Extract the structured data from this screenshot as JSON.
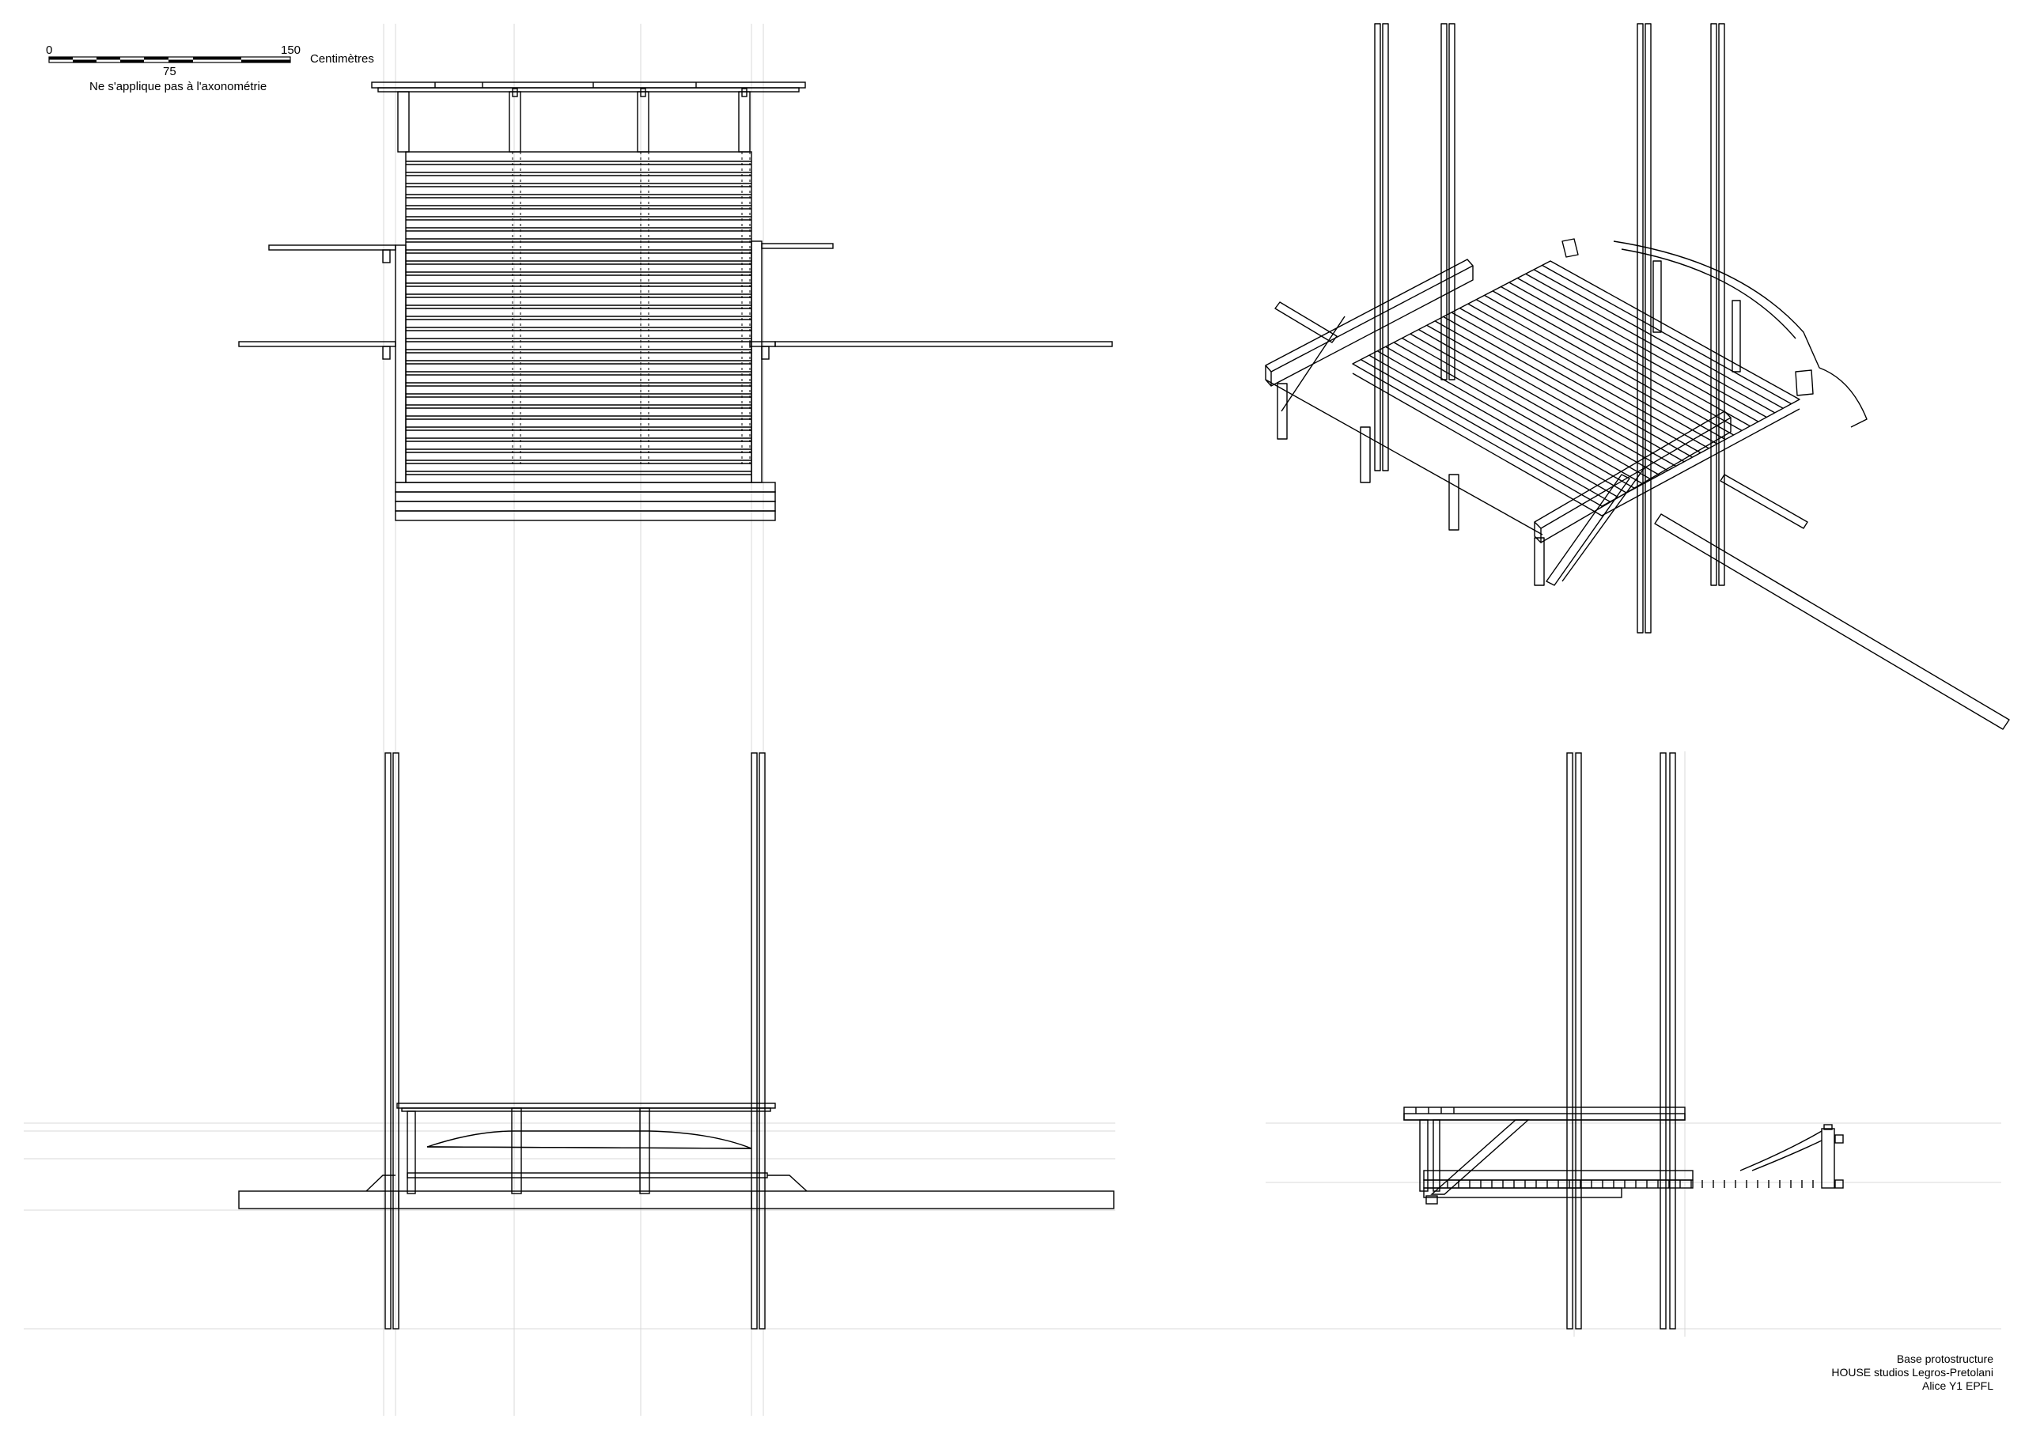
{
  "scale_bar": {
    "tick_start": "0",
    "tick_mid": "75",
    "tick_end": "150",
    "unit": "Centimètres",
    "note": "Ne s'applique pas à l'axonométrie"
  },
  "title_block": {
    "line1": "Base protostructure",
    "line2": "HOUSE studios Legros-Pretolani",
    "line3": "Alice Y1 EPFL"
  },
  "colors": {
    "ink": "#000000",
    "construction_line": "#d8d8d8",
    "paper": "#ffffff"
  }
}
